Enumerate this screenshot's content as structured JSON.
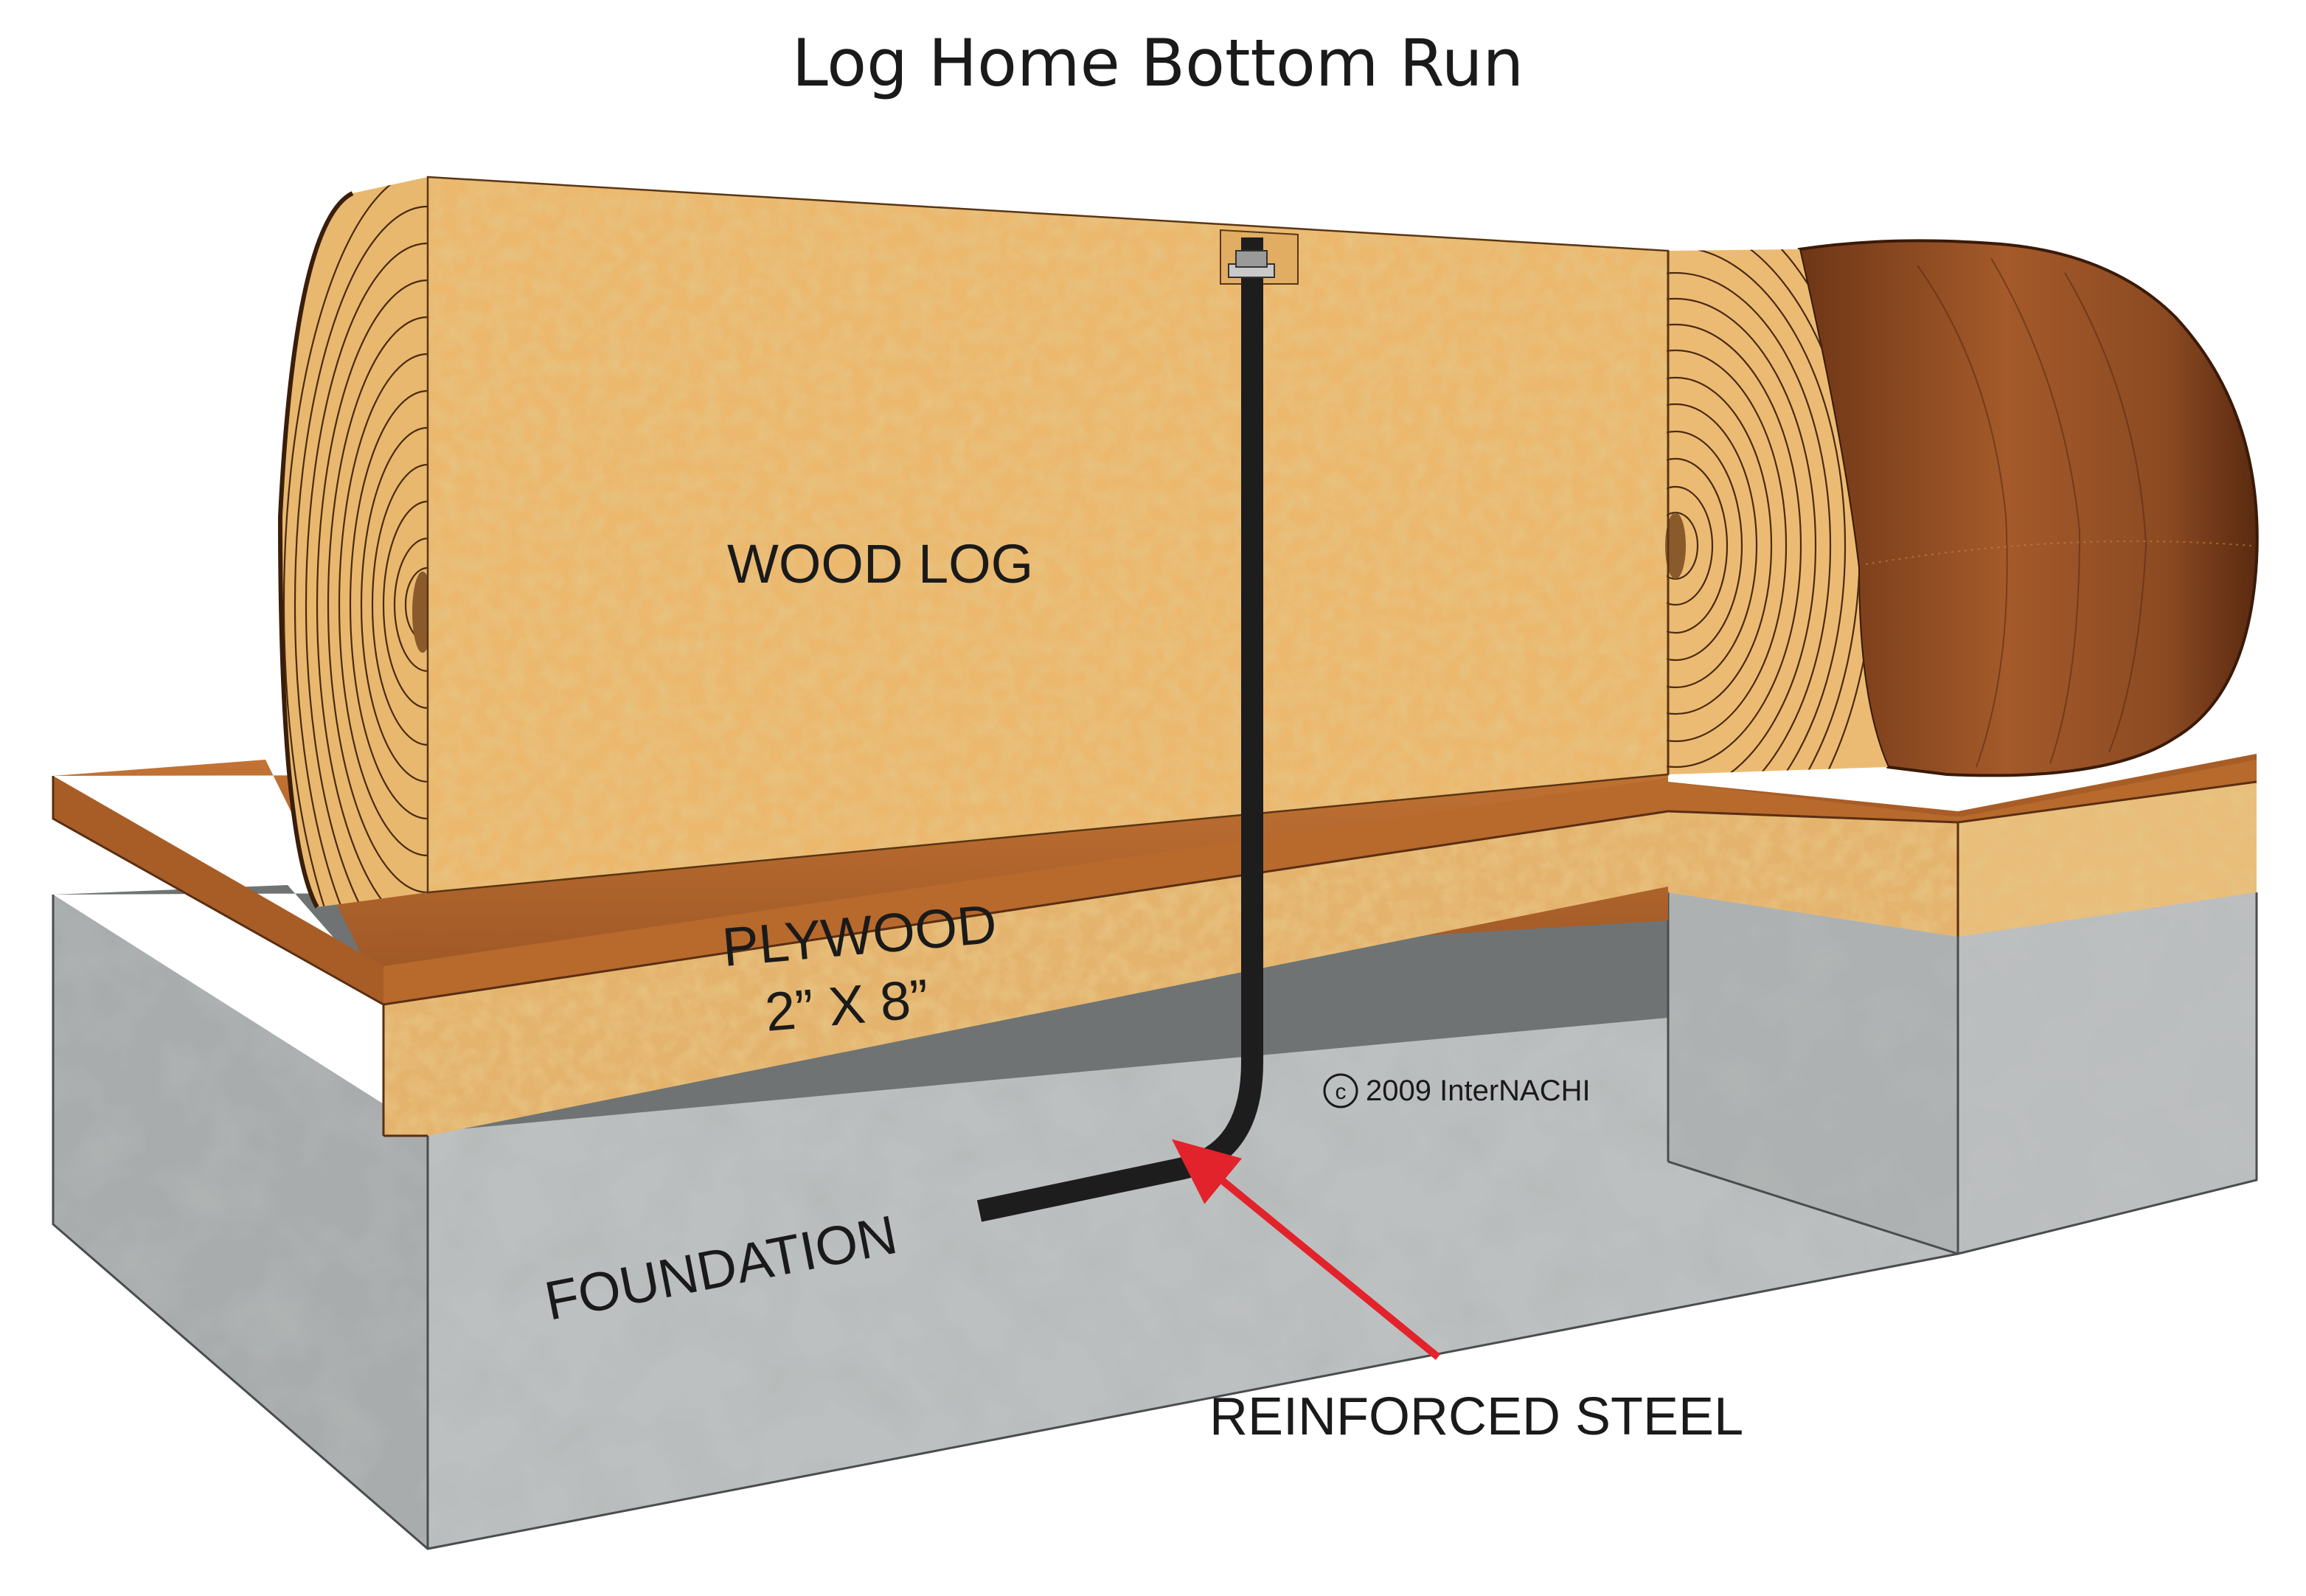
{
  "title": "Log Home Bottom Run",
  "labels": {
    "wood_log": "WOOD LOG",
    "plywood": "PLYWOOD",
    "plank_size": "2” X 8”",
    "foundation": "FOUNDATION",
    "reinforced_steel": "REINFORCED STEEL",
    "copyright_year_owner": "2009  InterNACHI"
  },
  "colors": {
    "log_face": "#e8b66c",
    "log_end": "#f0c47c",
    "bark": "#8a4a22",
    "plywood": "#b3652a",
    "concrete": "#b9bcbd",
    "steel": "#1d1d1d",
    "arrow": "#e3232b"
  }
}
